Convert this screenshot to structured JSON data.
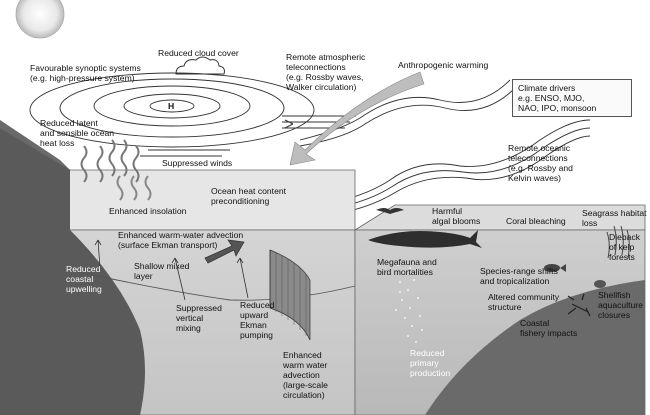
{
  "labels": {
    "reduced_cloud_cover": "Reduced cloud cover",
    "favourable_synoptic": "Favourable synoptic systems\n(e.g. high-pressure system)",
    "high_pressure": "H",
    "remote_atmos": "Remote atmospheric\nteleconnections\n(e.g. Rossby waves,\nWalker circulation)",
    "anthropogenic": "Anthropogenic warming",
    "climate_drivers": "Climate drivers\ne.g. ENSO, MJO,\nNAO, IPO, monsoon",
    "reduced_latent": "Reduced latent\nand sensible ocean\nheat loss",
    "suppressed_winds": "Suppressed winds",
    "remote_oceanic": "Remote oceanic\nteleconnections\n(e.g. Rossby and\nKelvin waves)",
    "ocean_heat": "Ocean heat content\npreconditioning",
    "enhanced_insolation": "Enhanced insolation",
    "harmful_algal": "Harmful\nalgal blooms",
    "coral_bleaching": "Coral bleaching",
    "seagrass": "Seagrass habitat\nloss",
    "ekman_surface": "Enhanced warm-water advection\n(surface Ekman transport)",
    "dieback_kelp": "Dieback\nof kelp\nforests",
    "megafauna": "Megafauna and\nbird mortalities",
    "reduced_coastal": "Reduced\ncoastal\nupwelling",
    "shallow_mixed": "Shallow mixed\nlayer",
    "species_range": "Species-range shifts\nand tropicalization",
    "shellfish": "Shellfish\naquaculture\nclosures",
    "altered_community": "Altered community\nstructure",
    "suppressed_vertical": "Suppressed\nvertical\nmixing",
    "reduced_ekman": "Reduced\nupward\nEkman\npumping",
    "coastal_fishery": "Coastal\nfishery impacts",
    "large_scale": "Enhanced\nwarm water\nadvection\n(large-scale\ncirculation)",
    "primary_production": "Reduced\nprimary\nproduction"
  },
  "icons": [
    "sun-icon",
    "cloud-icon",
    "bird-icon",
    "whale-icon",
    "fish-icon",
    "lobster-icon",
    "shell-icon"
  ]
}
